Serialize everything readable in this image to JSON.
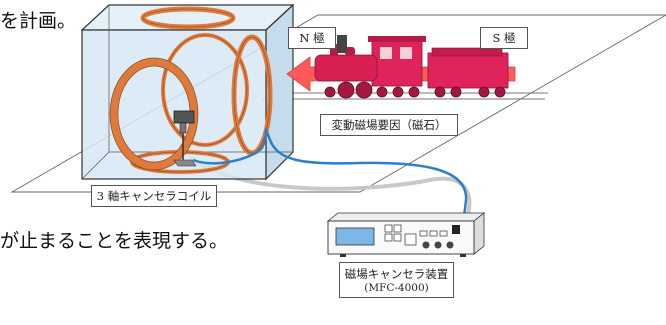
{
  "text_fragments": {
    "line1": "を計画。",
    "line2": "が止まることを表現する。"
  },
  "labels": {
    "north_pole": "N 極",
    "south_pole": "S 極",
    "variable_field_source": "変動磁場要因（磁石）",
    "three_axis_coil": "3 軸キャンセラコイル",
    "canceller_device_line1": "磁場キャンセラ装置",
    "canceller_device_line2": "(MFC-4000)"
  },
  "colors": {
    "coil_orange": "#e07a3c",
    "cube_fill": "#cfe4f3",
    "cable_blue": "#2f7fc6",
    "train_red": "#e0245a",
    "arrow_red": "#ff5a5a",
    "lcd_blue": "#7fb6e8"
  },
  "icons": {
    "cube": "transparent-cube",
    "coil": "orange-ring-coil",
    "sensor": "magnetometer-probe",
    "train": "steam-locomotive",
    "arrow": "left-arrow",
    "device": "rack-instrument"
  }
}
